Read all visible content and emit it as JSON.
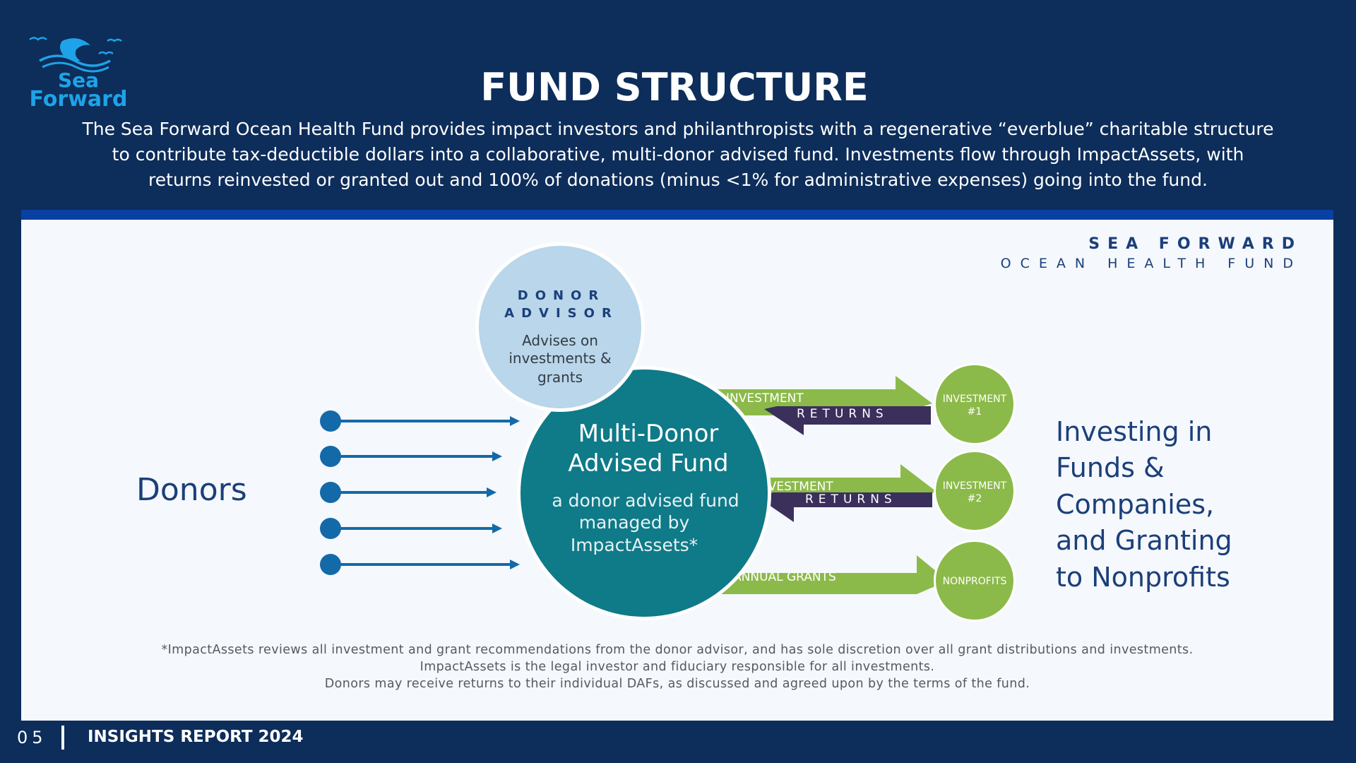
{
  "logo": {
    "line1": "Sea",
    "line2": "Forward"
  },
  "header": {
    "title": "FUND STRUCTURE",
    "intro": "The Sea Forward Ocean Health Fund provides impact investors and philanthropists with a regenerative “everblue” charitable structure to contribute tax-deductible dollars into a collaborative, multi-donor advised fund. Investments flow through ImpactAssets, with returns reinvested or granted out and 100% of donations (minus <1% for administrative expenses) going into the fund."
  },
  "diagram": {
    "brand_line1": "SEA FORWARD",
    "brand_line2": "OCEAN HEALTH FUND",
    "donors_label": "Donors",
    "donor_advisor": {
      "title_line1": "DONOR",
      "title_line2": "ADVISOR",
      "desc_line1": "Advises on",
      "desc_line2": "investments &",
      "desc_line3": "grants"
    },
    "fund": {
      "title_line1": "Multi-Donor",
      "title_line2": "Advised Fund",
      "desc_line1": "a donor advised fund",
      "desc_line2": "managed by",
      "desc_line3": "ImpactAssets*"
    },
    "flows": {
      "investment": "INVESTMENT",
      "returns": "RETURNS",
      "annual_grants": "ANNUAL GRANTS"
    },
    "targets": {
      "inv1_line1": "INVESTMENT",
      "inv1_line2": "#1",
      "inv2_line1": "INVESTMENT",
      "inv2_line2": "#2",
      "nonprofits": "NONPROFITS"
    },
    "outcome": {
      "line1": "Investing in",
      "line2": "Funds &",
      "line3": "Companies,",
      "line4": "and Granting",
      "line5": "to Nonprofits"
    },
    "footnotes": [
      "*ImpactAssets reviews all investment and grant recommendations from the donor advisor, and has sole discretion over all grant distributions and investments.",
      "ImpactAssets is the legal investor and fiduciary responsible for all investments.",
      "Donors may receive returns to their individual DAFs, as discussed and agreed upon by the terms of the fund."
    ],
    "colors": {
      "advisor_circle": "#b9d6ea",
      "fund_circle": "#0f7a88",
      "green": "#8cba4a",
      "returns_band": "#3b2f5c",
      "donor_dot": "#1469a8"
    }
  },
  "footer": {
    "page_number": "05",
    "report": "INSIGHTS REPORT 2024"
  }
}
